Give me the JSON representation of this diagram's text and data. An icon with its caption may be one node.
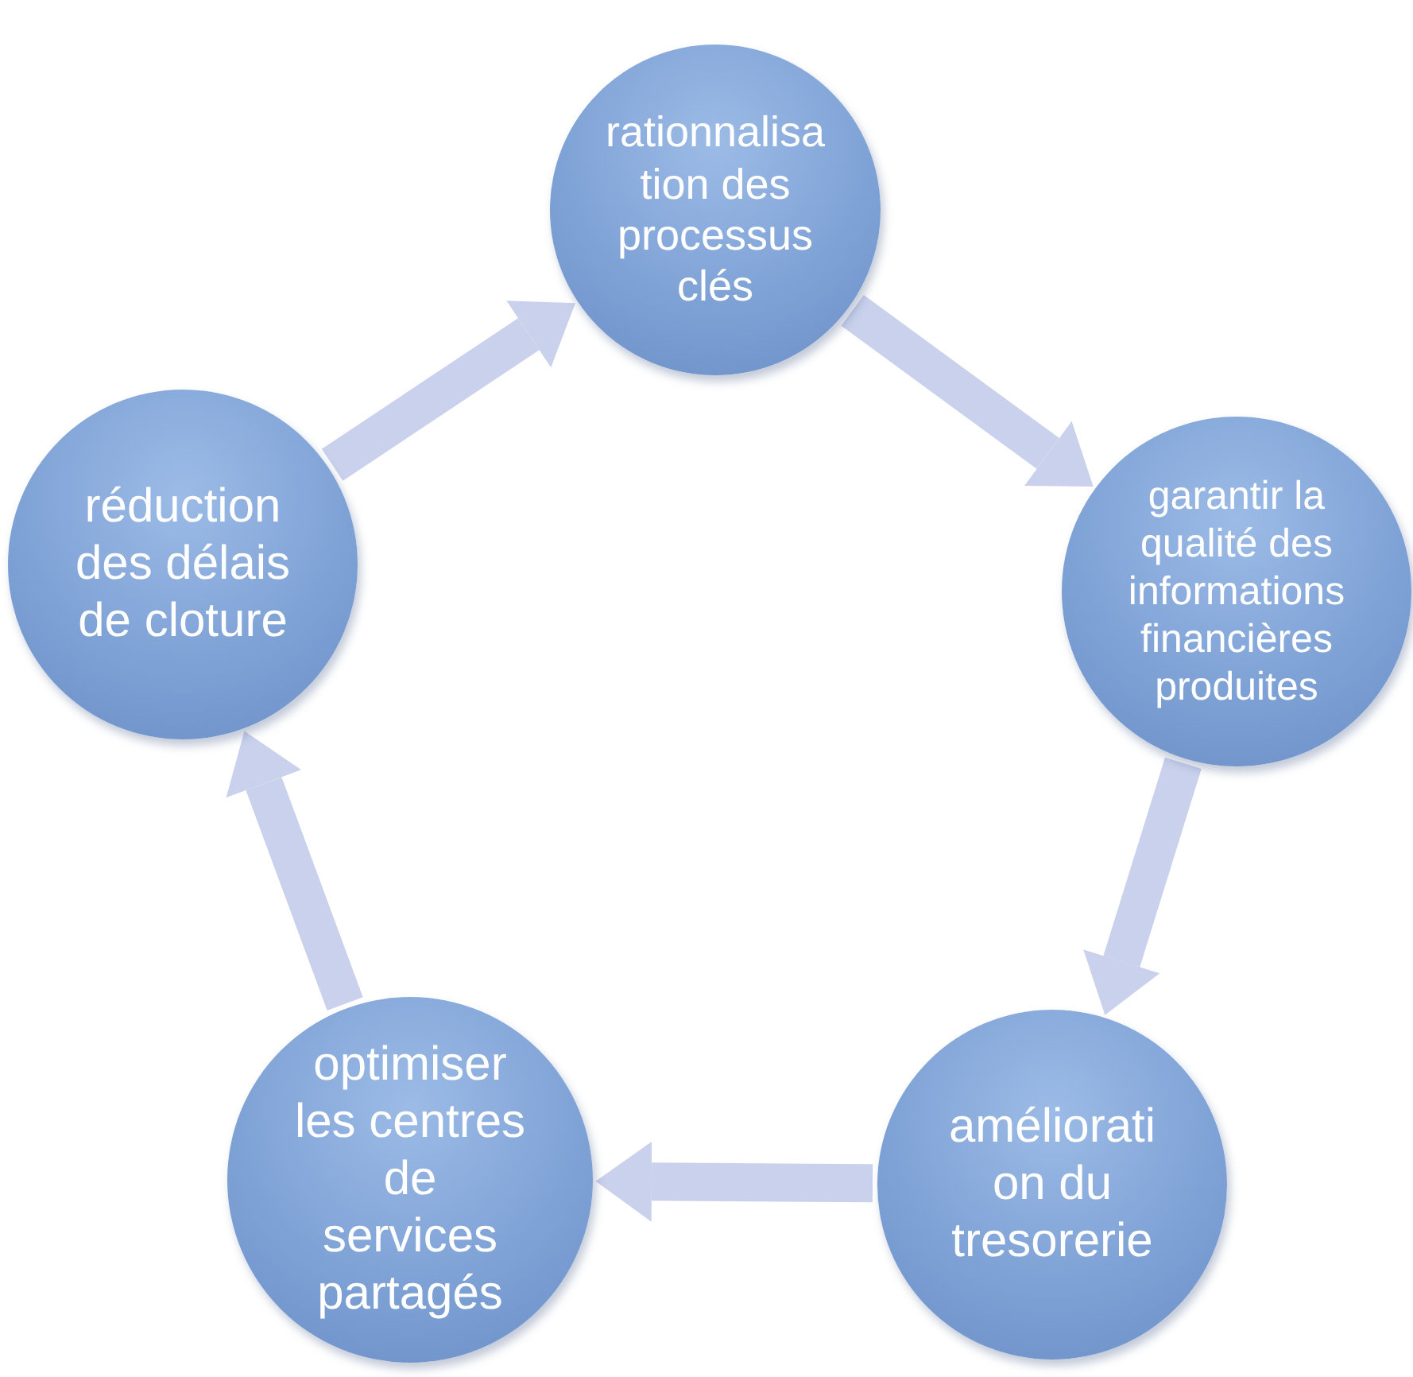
{
  "diagram": {
    "nodes": [
      {
        "text": [
          "rationnalisation des processus clés"
        ]
      },
      {
        "text": [
          "garantir la qualité des informations financières produites"
        ]
      },
      {
        "text": [
          "amélioration du tresorerie"
        ]
      },
      {
        "text": [
          "optimiser les centres de services partagés"
        ]
      },
      {
        "text": [
          "réduction des délais de cloture"
        ]
      }
    ],
    "edges": [
      {
        "from": 0,
        "to": 1,
        "arrow": "to"
      },
      {
        "from": 1,
        "to": 2,
        "arrow": "to"
      },
      {
        "from": 2,
        "to": 3,
        "arrow": "to"
      },
      {
        "from": 3,
        "to": 4,
        "arrow": "to"
      },
      {
        "from": 4,
        "to": 0,
        "arrow": "to"
      }
    ]
  }
}
